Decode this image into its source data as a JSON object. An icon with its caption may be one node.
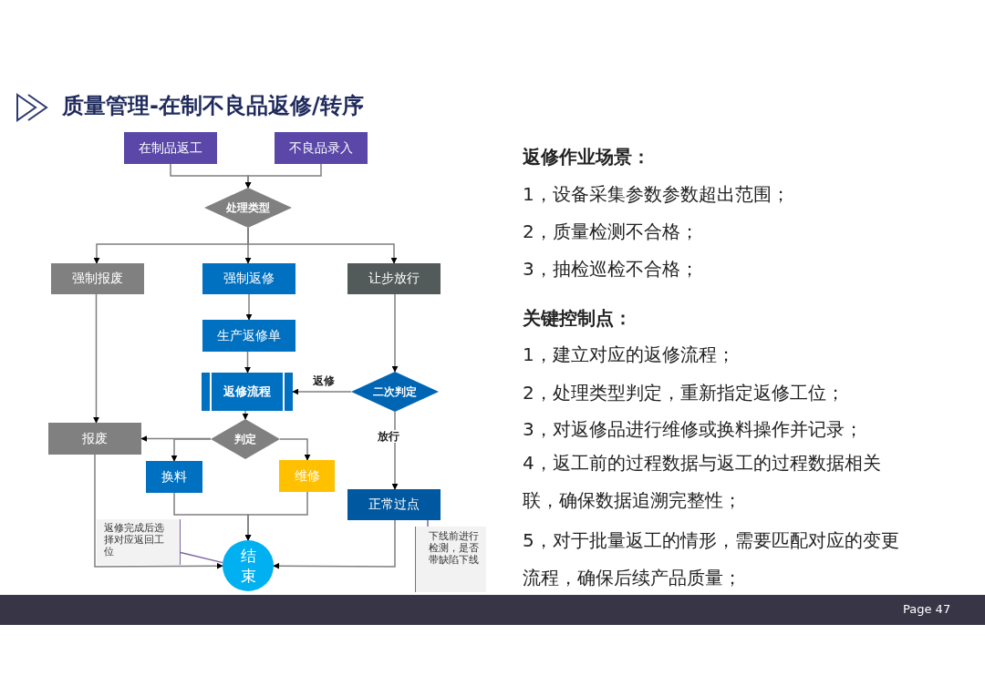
{
  "diagram": {
    "title": "质量管理-在制不良品返修/转序",
    "nodes": [
      {
        "text": [
          "在制品返工"
        ]
      },
      {
        "text": [
          "不良品录入"
        ]
      },
      {
        "text": [
          "处理类型"
        ]
      },
      {
        "text": [
          "强制报废"
        ]
      },
      {
        "text": [
          "强制返修"
        ]
      },
      {
        "text": [
          "让步放行"
        ]
      },
      {
        "text": [
          "生产返修单"
        ]
      },
      {
        "text": [
          "返修流程"
        ]
      },
      {
        "text": [
          "二次判定"
        ]
      },
      {
        "text": [
          "报废"
        ]
      },
      {
        "text": [
          "判定"
        ]
      },
      {
        "text": [
          "换料"
        ]
      },
      {
        "text": [
          "维修"
        ]
      },
      {
        "text": [
          "正常过点"
        ]
      },
      {
        "text": [
          "结束"
        ]
      },
      {
        "text": [
          "返修完成后选择对应返回工位"
        ]
      },
      {
        "text": [
          "下线前进行检测，是否带缺陷下线"
        ]
      }
    ],
    "edges": [
      {
        "from": 0,
        "to": 2,
        "arrow": "to"
      },
      {
        "from": 1,
        "to": 2,
        "arrow": "to"
      },
      {
        "from": 2,
        "to": 3,
        "arrow": "to"
      },
      {
        "from": 2,
        "to": 4,
        "arrow": "to"
      },
      {
        "from": 2,
        "to": 5,
        "arrow": "to"
      },
      {
        "from": 3,
        "to": 9,
        "arrow": "to"
      },
      {
        "from": 4,
        "to": 6,
        "arrow": "to"
      },
      {
        "from": 6,
        "to": 7,
        "arrow": "to"
      },
      {
        "from": 5,
        "to": 8,
        "arrow": "to"
      },
      {
        "from": 8,
        "to": 7,
        "arrow": "to",
        "label": "返修"
      },
      {
        "from": 8,
        "to": 13,
        "arrow": "to",
        "label": "放行"
      },
      {
        "from": 7,
        "to": 10,
        "arrow": "to"
      },
      {
        "from": 10,
        "to": 9,
        "arrow": "to"
      },
      {
        "from": 10,
        "to": 11,
        "arrow": "to"
      },
      {
        "from": 10,
        "to": 12,
        "arrow": "to"
      },
      {
        "from": 11,
        "to": 14,
        "arrow": "to"
      },
      {
        "from": 12,
        "to": 14,
        "arrow": "to"
      },
      {
        "from": 9,
        "to": 14,
        "arrow": "to"
      },
      {
        "from": 13,
        "to": 14,
        "arrow": "to"
      },
      {
        "from": 15,
        "to": 14,
        "arrow": "none",
        "color": "#8064a2"
      },
      {
        "from": 16,
        "to": 13,
        "arrow": "none",
        "color": "#8064a2"
      }
    ],
    "labels": [
      "返修作业场景：",
      "1，设备采集参数参数超出范围；",
      "2，质量检测不合格；",
      "3，抽检巡检不合格；",
      "关键控制点：",
      "1，建立对应的返修流程；",
      "2，处理类型判定，重新指定返修工位；",
      "3，对返修品进行维修或换料操作并记录；",
      "4，返工前的过程数据与返工的过程数据相关联，确保数据追溯完整性；",
      "5，对于批量返工的情形，需要匹配对应的变更流程，确保后续产品质量；",
      "Page 47"
    ]
  }
}
